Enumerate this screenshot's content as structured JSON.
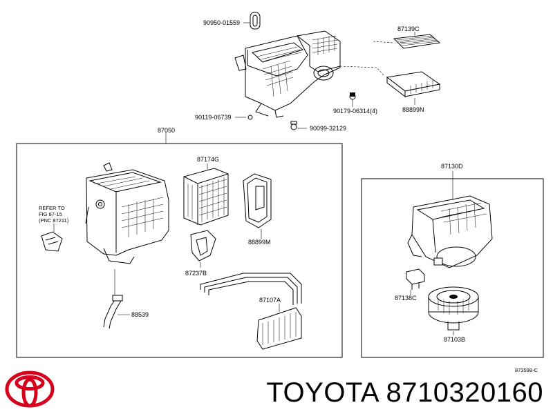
{
  "diagram_id": "873598-C",
  "brand": "TOYOTA",
  "part_number": "8710320160",
  "note_lines": [
    "REFER TO",
    "FIG 87-15",
    "(PNC 87211)"
  ],
  "labels": {
    "p90950": "90950-01559",
    "p87139C": "87139C",
    "p88899N": "88899N",
    "p90119": "90119-06739",
    "p90179": "90179-06314(4)",
    "p90099": "90099-32129",
    "p87050": "87050",
    "p87174G": "87174G",
    "p88899M": "88899M",
    "p87237B": "87237B",
    "p87107A": "87107A",
    "p88539": "88539",
    "p87130D": "87130D",
    "p87138C": "87138C",
    "p87103B": "87103B"
  },
  "colors": {
    "logo": "#d6001c",
    "ink": "#000000"
  }
}
